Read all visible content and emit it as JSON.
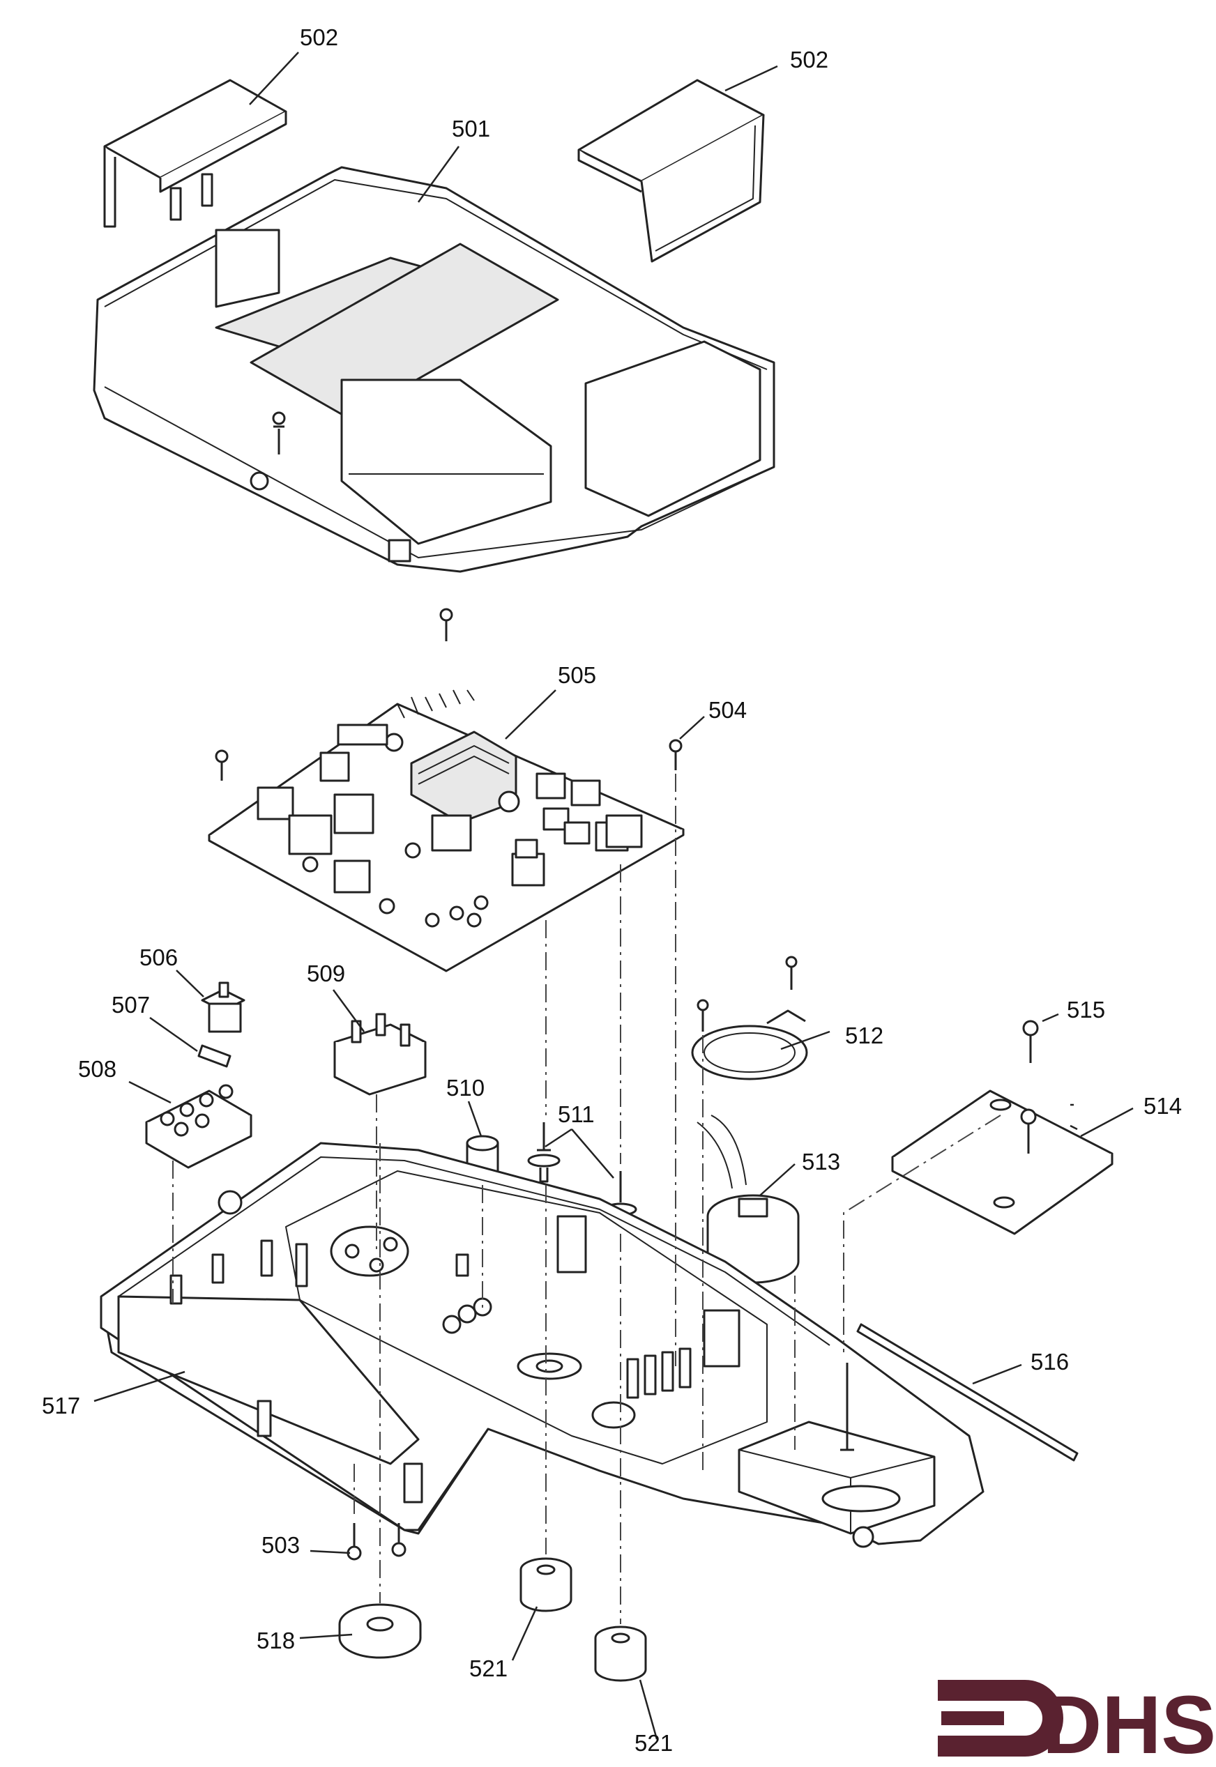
{
  "labels": {
    "l501": "501",
    "l502a": "502",
    "l502b": "502",
    "l503": "503",
    "l504": "504",
    "l505": "505",
    "l506": "506",
    "l507": "507",
    "l508": "508",
    "l509": "509",
    "l510": "510",
    "l511": "511",
    "l512": "512",
    "l513": "513",
    "l514": "514",
    "l515": "515",
    "l516": "516",
    "l517": "517",
    "l518": "518",
    "l521a": "521",
    "l521b": "521"
  },
  "logo": {
    "text": "DHS",
    "color": "#5a2230"
  }
}
